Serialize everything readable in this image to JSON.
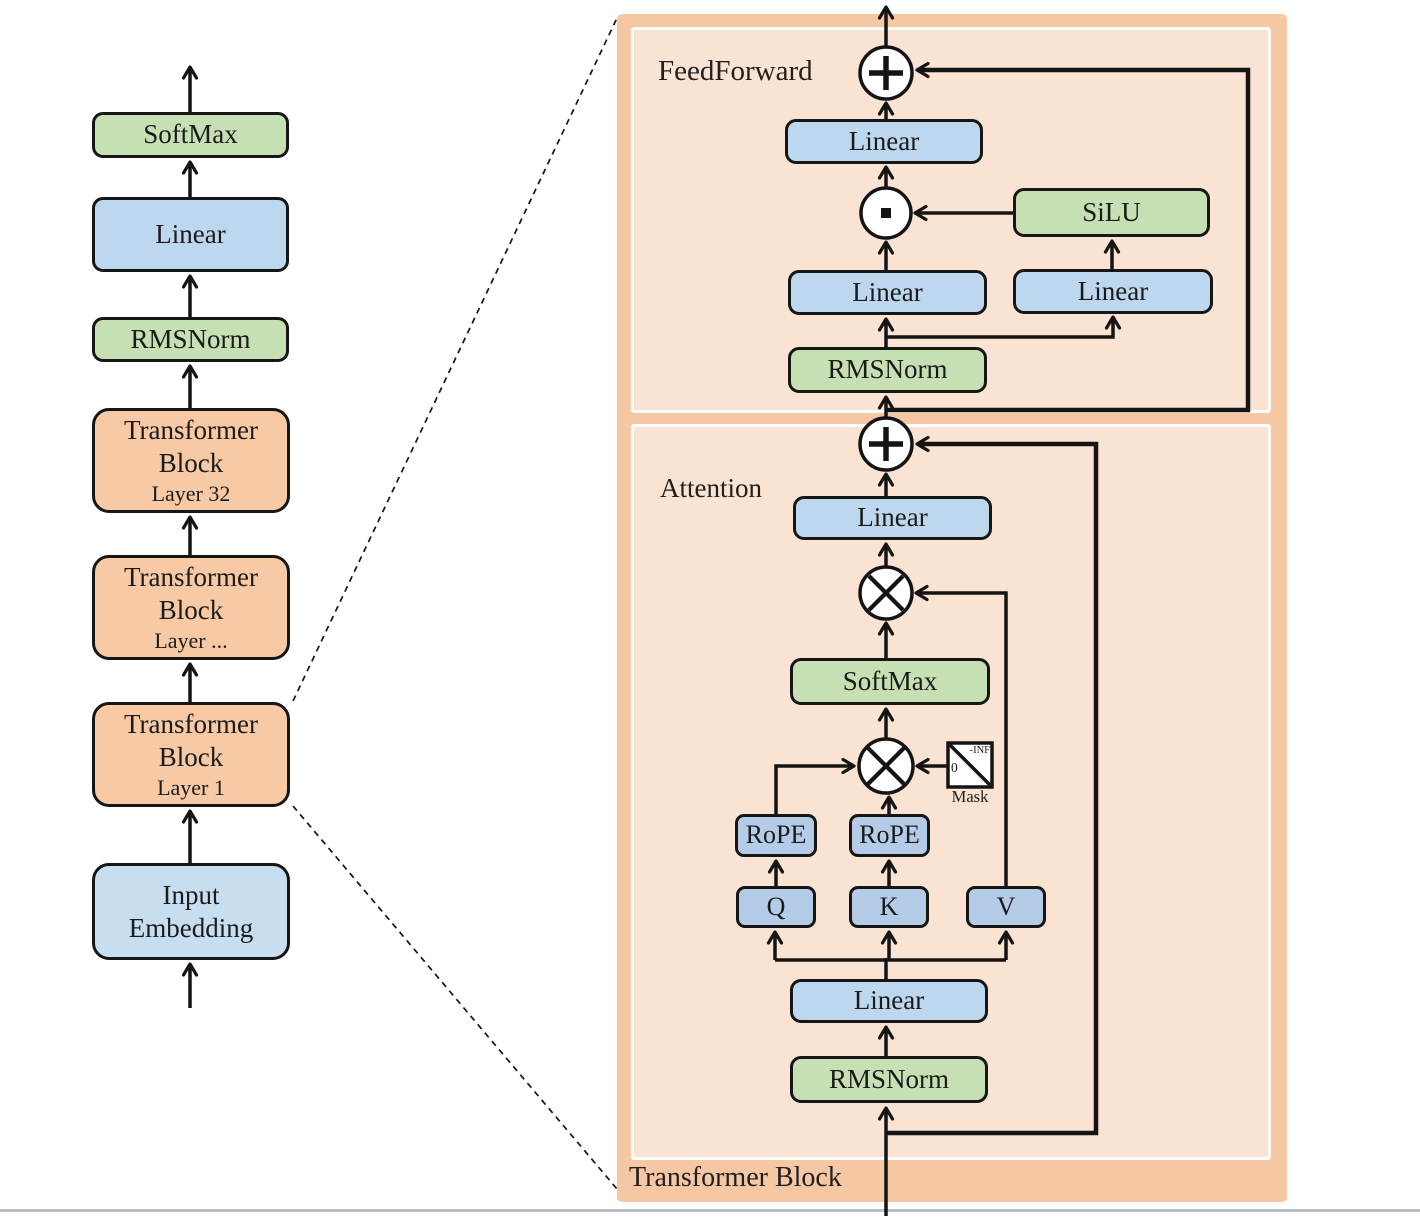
{
  "left_column": {
    "softmax": "SoftMax",
    "linear": "Linear",
    "rmsnorm": "RMSNorm",
    "block_top": {
      "line1": "Transformer",
      "line2": "Block",
      "line3": "Layer 32"
    },
    "block_mid": {
      "line1": "Transformer",
      "line2": "Block",
      "line3": "Layer ..."
    },
    "block_bottom": {
      "line1": "Transformer",
      "line2": "Block",
      "line3": "Layer 1"
    },
    "input_embedding": {
      "line1": "Input",
      "line2": "Embedding"
    }
  },
  "panel": {
    "footer_label": "Transformer Block",
    "feedforward": {
      "label": "FeedForward",
      "linear_out": "Linear",
      "silu": "SiLU",
      "linear_gate": "Linear",
      "linear_up": "Linear",
      "rmsnorm": "RMSNorm"
    },
    "attention": {
      "label": "Attention",
      "linear_out": "Linear",
      "softmax": "SoftMax",
      "rope_q": "RoPE",
      "rope_k": "RoPE",
      "q": "Q",
      "k": "K",
      "v": "V",
      "linear_qkv": "Linear",
      "rmsnorm": "RMSNorm",
      "mask": {
        "inf": "-INF",
        "zero": "0",
        "label": "Mask"
      }
    }
  },
  "colors": {
    "green": "#c6e0b4",
    "blue": "#bdd7ee",
    "blue_light": "#c7ddf0",
    "qkv_blue": "#b5cce9",
    "orange": "#f7c9a4",
    "panel_outer": "#f5c7a2",
    "panel_inner": "#fae3d2",
    "line": "#141414",
    "bottom_bar": "#b7bec4"
  }
}
